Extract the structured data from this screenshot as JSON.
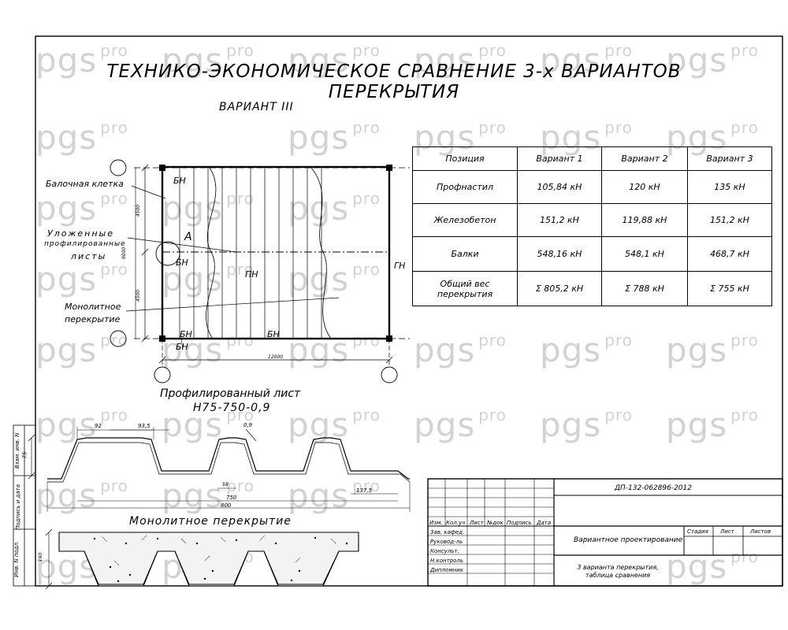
{
  "watermark": {
    "main": "pgs",
    "sub": "pro"
  },
  "title": "ТЕХНИКО-ЭКОНОМИЧЕСКОЕ СРАВНЕНИЕ 3-х ВАРИАНТОВ ПЕРЕКРЫТИЯ",
  "variant_title": "ВАРИАНТ III",
  "plan": {
    "label_balochnaya": "Балочная клетка",
    "label_ulozh_1": "Уложенные",
    "label_ulozh_2": "профилированные",
    "label_ulozh_3": "листы",
    "label_monolit_1": "Монолитное",
    "label_monolit_2": "перекрытие",
    "bn": "БН",
    "pn": "ПН",
    "gn": "ГН",
    "node_a": "А",
    "dim_bottom": "12000",
    "dim_side_total": "9000",
    "dim_side_top": "4500",
    "dim_side_bottom": "4500"
  },
  "comparison_table": {
    "headers": [
      "Позиция",
      "Вариант 1",
      "Вариант 2",
      "Вариант 3"
    ],
    "rows": [
      [
        "Профнастил",
        "105,84 кН",
        "120 кН",
        "135 кН"
      ],
      [
        "Железобетон",
        "151,2 кН",
        "119,88 кН",
        "151,2 кН"
      ],
      [
        "Балки",
        "548,16 кН",
        "548,1  кН",
        "468,7 кН"
      ],
      [
        "Общий вес перекрытия",
        "Σ  805,2  кН",
        "Σ  788  кН",
        "Σ  755 кН"
      ]
    ]
  },
  "profile": {
    "title": "Профилированный лист",
    "mark": "Н75-750-0,9",
    "dim_92": "92",
    "dim_935": "93,5",
    "dim_09": "0,9",
    "dim_75": "75",
    "dim_58": "58",
    "dim_750": "750",
    "dim_1375": "137,5",
    "dim_800": "800"
  },
  "slab": {
    "title": "Монолитное перекрытие",
    "dim_160": "160"
  },
  "title_block": {
    "code": "ДП-132-062896-2012",
    "head_cols": [
      "Изм.",
      "Кол.уч",
      "Лист",
      "№док",
      "Подпись",
      "Дата"
    ],
    "roles": [
      "Зав. кафед.",
      "Руковод-ль",
      "Консульт.",
      "Н.контроль",
      "Дипломник"
    ],
    "project_title": "Вариантное проектирование",
    "sheet_title": "3 варианта перекрытия, таблица сравнения",
    "stage_cols": [
      "Стадия",
      "Лист",
      "Листов"
    ]
  },
  "side_stamp": [
    "Взам. инв. N",
    "Подпись и дата",
    "Инв. N подл."
  ]
}
